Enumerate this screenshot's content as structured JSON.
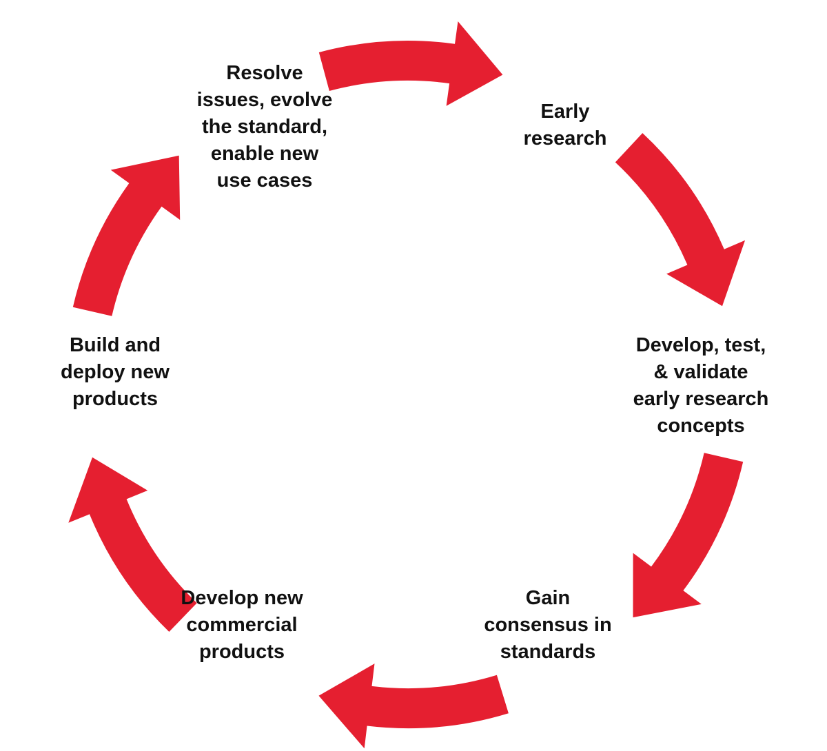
{
  "diagram": {
    "type": "cycle",
    "arrow_color": "#E51F30",
    "text_color": "#111111",
    "stages": [
      {
        "id": "early-research",
        "lines": [
          "Early",
          "research"
        ]
      },
      {
        "id": "develop-test-validate",
        "lines": [
          "Develop, test,",
          "& validate",
          "early research",
          "concepts"
        ]
      },
      {
        "id": "gain-consensus",
        "lines": [
          "Gain",
          "consensus in",
          "standards"
        ]
      },
      {
        "id": "develop-commercial",
        "lines": [
          "Develop new",
          "commercial",
          "products"
        ]
      },
      {
        "id": "build-deploy",
        "lines": [
          "Build and",
          "deploy new",
          "products"
        ]
      },
      {
        "id": "resolve-issues",
        "lines": [
          "Resolve",
          "issues, evolve",
          "the standard,",
          "enable new",
          "use cases"
        ]
      }
    ]
  }
}
